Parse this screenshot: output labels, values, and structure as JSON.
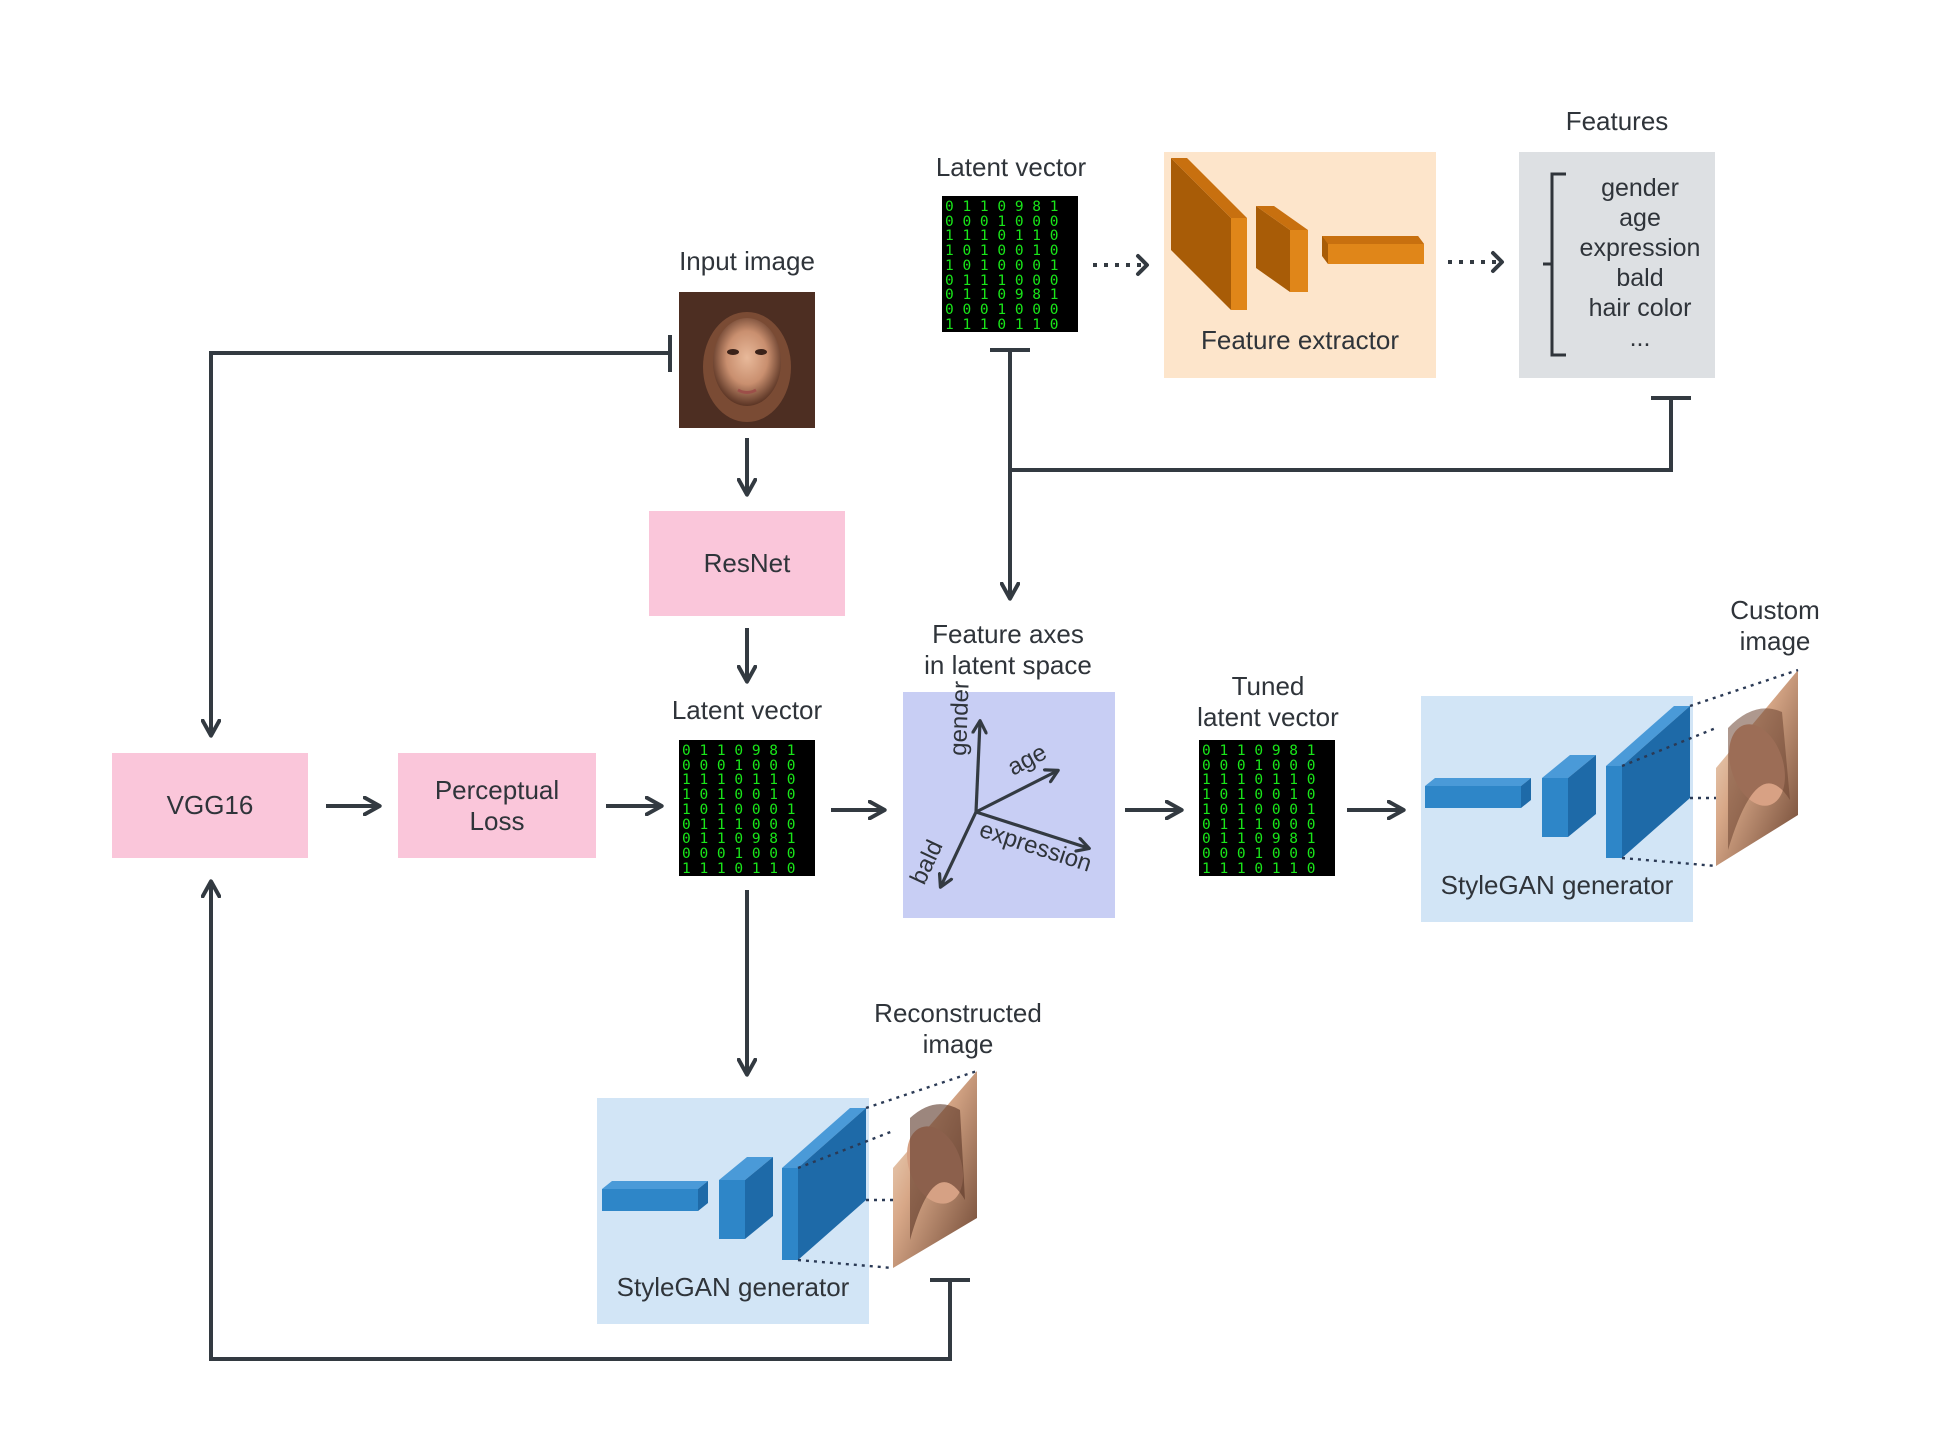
{
  "labels": {
    "input_image": "Input image",
    "latent_vector_top": "Latent vector",
    "latent_vector_mid": "Latent vector",
    "features": "Features",
    "feature_axes": "Feature axes\nin latent space",
    "tuned_latent": "Tuned\nlatent vector",
    "custom_image": "Custom\nimage",
    "reconstructed_image": "Reconstructed\nimage"
  },
  "boxes": {
    "resnet": "ResNet",
    "vgg16": "VGG16",
    "perceptual_loss": "Perceptual\nLoss",
    "feature_extractor": "Feature extractor",
    "stylegan_right": "StyleGAN generator",
    "stylegan_bottom": "StyleGAN generator"
  },
  "features_list": [
    "gender",
    "age",
    "expression",
    "bald",
    "hair color",
    "..."
  ],
  "axes": {
    "gender": "gender",
    "age": "age",
    "expression": "expression",
    "bald": "bald"
  },
  "matrix_rows": [
    "0 1 1 0 9 8 1",
    "0 0 0 1 0 0 0",
    "1 1 1 0 1 1 0",
    "1 0 1 0 0 1 0",
    "1 0 1 0 0 0 1",
    "0 1 1 1 0 0 0",
    "0 1 1 0 9 8 1",
    "0 0 0 1 0 0 0",
    "1 1 1 0 1 1 0"
  ],
  "colors": {
    "pink": "#fac6da",
    "orange_bg": "#fde5cb",
    "orange_block": "#d97a0e",
    "gray_bg": "#dde0e3",
    "lavender_bg": "#c8cef4",
    "lightblue_bg": "#d2e5f6",
    "blue_block": "#2e86c8",
    "arrow": "#333a41",
    "matrix_text": "#19e619"
  },
  "icons": [
    "face-photo-input",
    "face-photo-reconstructed",
    "face-photo-custom"
  ]
}
